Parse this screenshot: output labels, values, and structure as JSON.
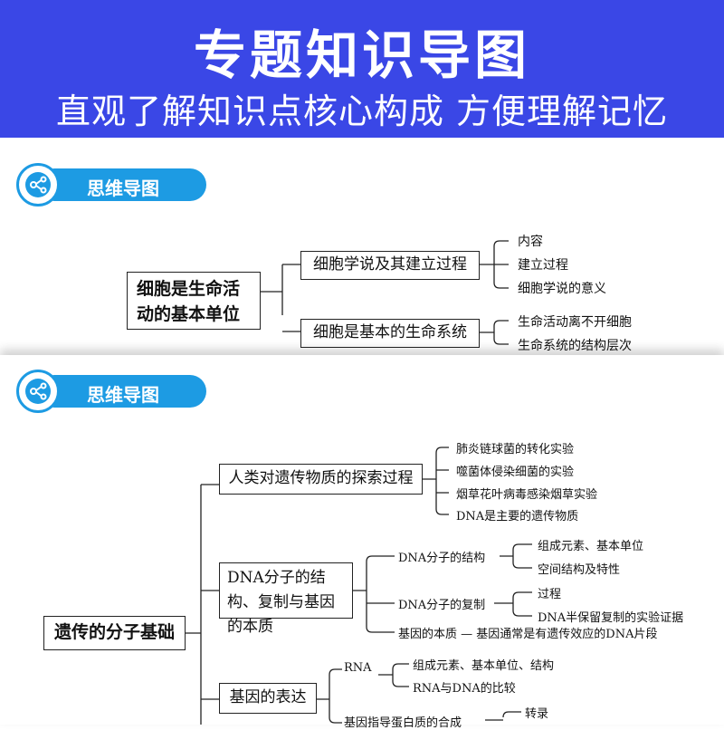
{
  "banner": {
    "title": "专题知识导图",
    "subtitle": "直观了解知识点核心构成 方便理解记忆"
  },
  "section1": {
    "badge": "思维导图",
    "root": "细胞是生命活动的基本单位",
    "branches": [
      {
        "label": "细胞学说及其建立过程",
        "leaves": [
          "内容",
          "建立过程",
          "细胞学说的意义"
        ]
      },
      {
        "label": "细胞是基本的生命系统",
        "leaves": [
          "生命活动离不开细胞",
          "生命系统的结构层次"
        ]
      }
    ]
  },
  "section2": {
    "badge": "思维导图",
    "root": "遗传的分子基础",
    "branches": [
      {
        "label": "人类对遗传物质的探索过程",
        "leaves": [
          "肺炎链球菌的转化实验",
          "噬菌体侵染细菌的实验",
          "烟草花叶病毒感染烟草实验",
          "DNA是主要的遗传物质"
        ]
      },
      {
        "label": "DNA分子的结构、复制与基因的本质",
        "children": [
          {
            "label": "DNA分子的结构",
            "leaves": [
              "组成元素、基本单位",
              "空间结构及特性"
            ]
          },
          {
            "label": "DNA分子的复制",
            "leaves": [
              "过程",
              "DNA半保留复制的实验证据"
            ]
          },
          {
            "label": "基因的本质 — 基因通常是有遗传效应的DNA片段"
          }
        ]
      },
      {
        "label": "基因的表达",
        "children": [
          {
            "label": "RNA",
            "leaves": [
              "组成元素、基本单位、结构",
              "RNA与DNA的比较"
            ]
          },
          {
            "label": "基因指导蛋白质的合成",
            "leaves": [
              "转录"
            ]
          }
        ]
      }
    ]
  },
  "colors": {
    "banner": "#3a47e6",
    "badge": "#1d9be3"
  }
}
